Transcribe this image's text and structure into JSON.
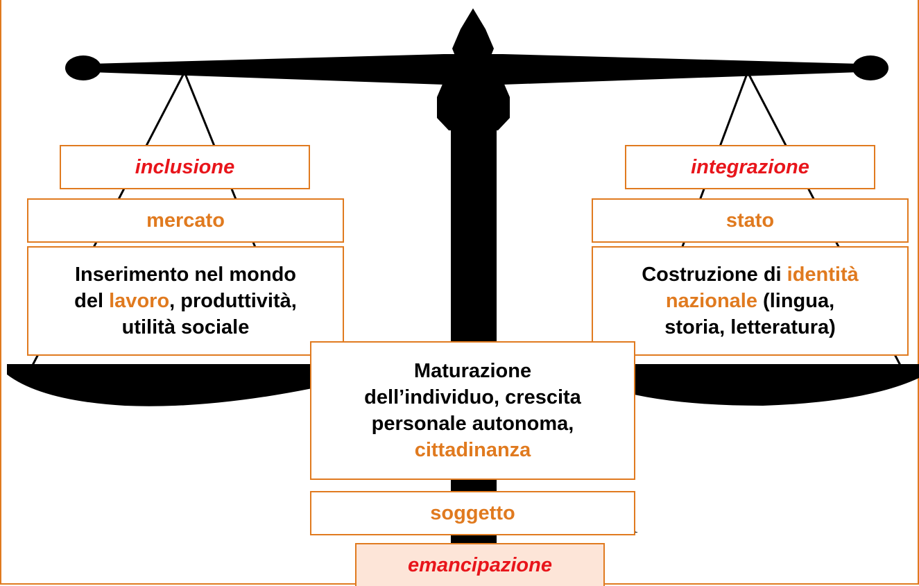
{
  "colors": {
    "accent": "#e07a1f",
    "emphasis": "#e8151b",
    "scale": "#000000",
    "tint": "#fde5d8"
  },
  "left": {
    "title": "inclusione",
    "label": "mercato",
    "desc": {
      "line1": "Inserimento nel mondo",
      "line2_pre": "del ",
      "line2_hl": "lavoro",
      "line2_post": ", produttività,",
      "line3": "utilità sociale"
    }
  },
  "right": {
    "title": "integrazione",
    "label": "stato",
    "desc": {
      "line1_pre": "Costruzione di ",
      "line1_hl": "identità",
      "line2_hl": "nazionale",
      "line2_post": " (lingua,",
      "line3": "storia, letteratura)"
    }
  },
  "center": {
    "desc": {
      "line1": "Maturazione",
      "line2": "dell’individuo, crescita",
      "line3": "personale autonoma,",
      "line4_hl": "cittadinanza"
    },
    "label": "soggetto",
    "title": "emancipazione"
  }
}
